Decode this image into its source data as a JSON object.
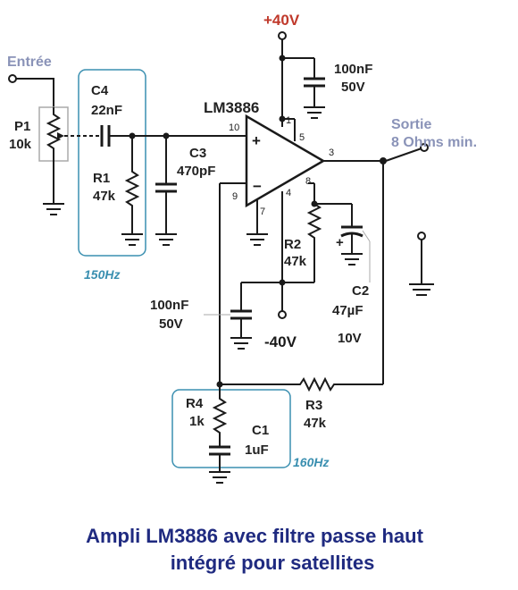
{
  "labels": {
    "vplus": "+40V",
    "vminus": "-40V",
    "input": "Entrée",
    "output_1": "Sortie",
    "output_2": "8 Ohms min.",
    "chip": "LM3886",
    "p1_name": "P1",
    "p1_val": "10k",
    "c4_name": "C4",
    "c4_val": "22nF",
    "r1_name": "R1",
    "r1_val": "47k",
    "c3_name": "C3",
    "c3_val": "470pF",
    "r2_name": "R2",
    "r2_val": "47k",
    "c2_name": "C2",
    "c2_val": "47µF",
    "c2_volt": "10V",
    "cs1_val": "100nF",
    "cs1_volt": "50V",
    "cs2_val": "100nF",
    "cs2_volt": "50V",
    "r3_name": "R3",
    "r3_val": "47k",
    "r4_name": "R4",
    "r4_val": "1k",
    "c1_name": "C1",
    "c1_val": "1uF",
    "freq_in": "150Hz",
    "freq_fb": "160Hz",
    "pin_10": "10",
    "pin_1": "1",
    "pin_5": "5",
    "pin_3": "3",
    "pin_9": "9",
    "pin_4": "4",
    "pin_8": "8",
    "pin_7": "7",
    "plus_sign": "+",
    "minus_sign": "−"
  },
  "caption": {
    "line1": "Ampli LM3886 avec filtre passe haut",
    "line2": "intégré pour satellites"
  },
  "colors": {
    "supply_positive": "#c0392b",
    "supply_negative": "#1a1a1a",
    "io_label": "#8a93b8",
    "filter_box": "#3a8fb0",
    "caption": "#1f2a80"
  }
}
